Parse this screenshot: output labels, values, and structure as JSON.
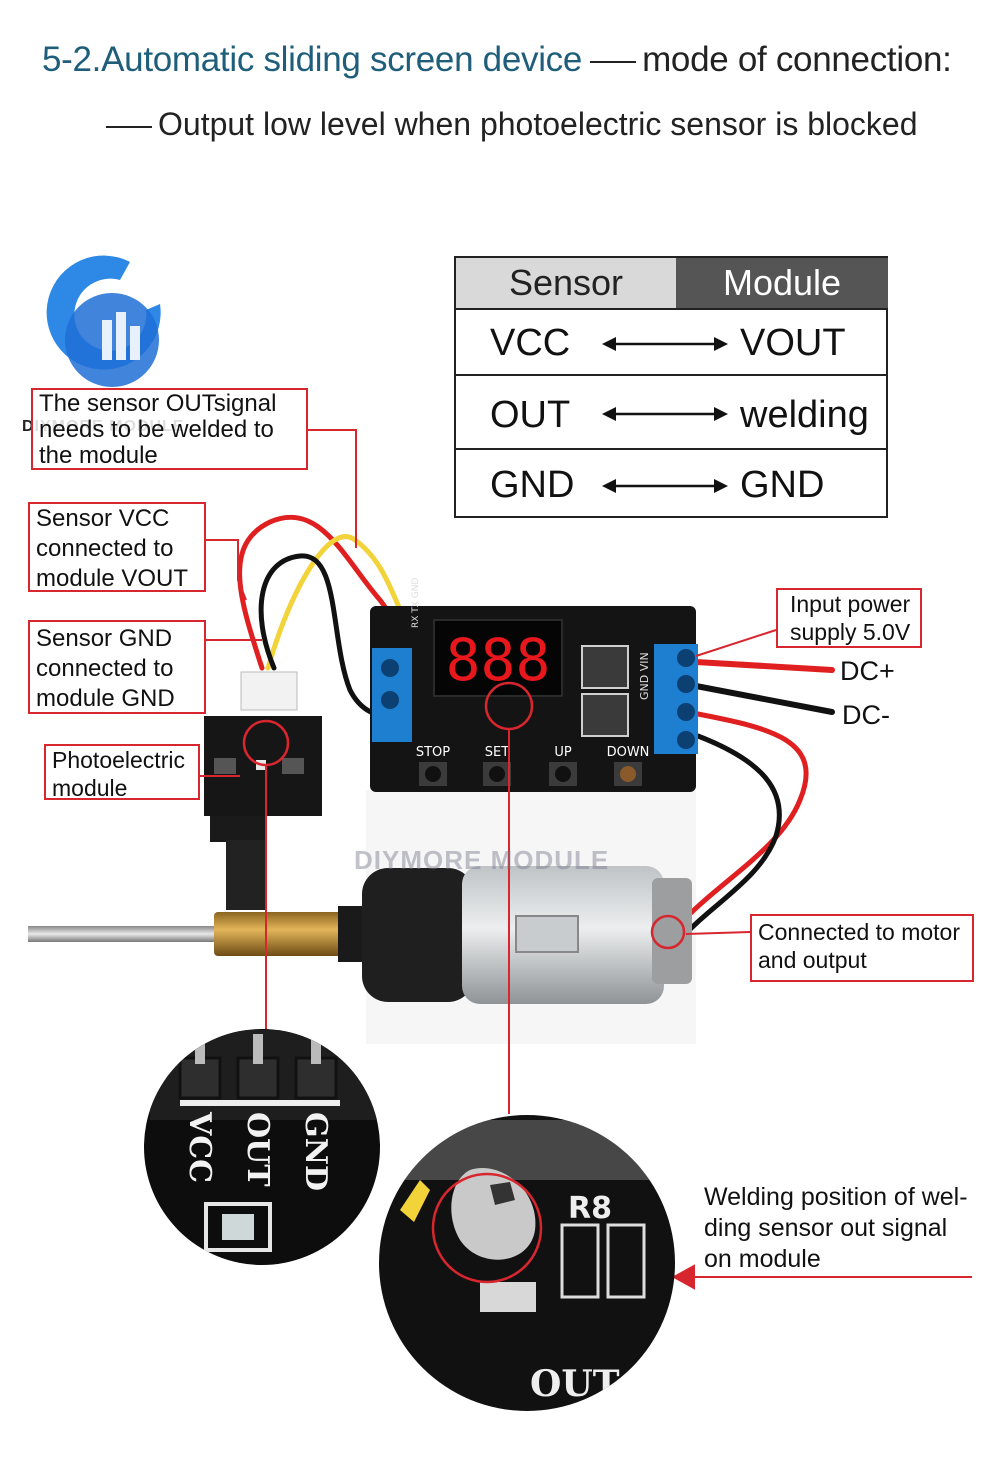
{
  "title": {
    "part1": "5-2.Automatic sliding screen device",
    "part2": "mode of connection:",
    "subtitle": "Output low level when photoelectric sensor is blocked"
  },
  "table": {
    "header_left": "Sensor",
    "header_right": "Module",
    "rows": [
      {
        "left": "VCC",
        "right": "VOUT"
      },
      {
        "left": "OUT",
        "right": "welding"
      },
      {
        "left": "GND",
        "right": "GND"
      }
    ]
  },
  "callouts": {
    "out_signal": [
      "The sensor OUTsignal",
      "needs to be welded to",
      "the module"
    ],
    "vcc": [
      "Sensor VCC",
      "connected to",
      "module VOUT"
    ],
    "gnd": [
      "Sensor GND",
      "connected to",
      "module GND"
    ],
    "photo": [
      "Photoelectric",
      "module"
    ],
    "power": [
      "Input power",
      "supply 5.0V"
    ],
    "motor": [
      "Connected to motor",
      "and output"
    ]
  },
  "labels": {
    "dc_plus": "DC+",
    "dc_minus": "DC-",
    "welding_note": [
      "Welding position of wel-",
      "ding sensor out signal",
      "on module"
    ]
  },
  "board": {
    "display": "888",
    "buttons": [
      "STOP",
      "SET",
      "UP",
      "DOWN"
    ],
    "silk_left": "RX TX GND",
    "silk_right": "GND VIN"
  },
  "zoom_left": {
    "pins": [
      "VCC",
      "OUT",
      "GND"
    ]
  },
  "zoom_right": {
    "marks": [
      "R8",
      "OUT"
    ]
  },
  "watermark": "DIYMORE MODULE",
  "colors": {
    "title_blue": "#1f5e7a",
    "callout_red": "#d8262e",
    "wire_red": "#e02020",
    "wire_yellow": "#f2d43a",
    "wire_black": "#111111",
    "terminal_blue": "#1e7fd0",
    "pcb_black": "#141414",
    "display_red": "#e8171c"
  },
  "icons": {
    "logo": "diymore-logo-icon"
  }
}
